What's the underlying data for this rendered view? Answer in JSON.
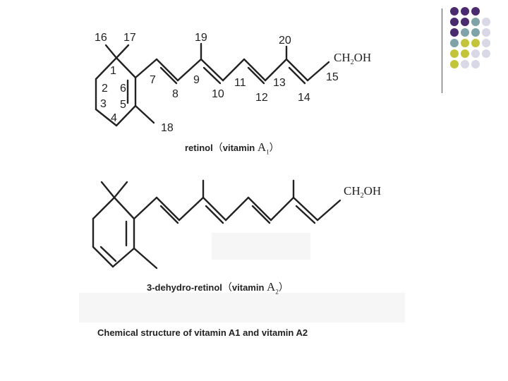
{
  "diagram_top": {
    "atom_numbers": [
      "16",
      "17",
      "1",
      "2",
      "3",
      "4",
      "5",
      "6",
      "7",
      "8",
      "19",
      "9",
      "10",
      "11",
      "12",
      "20",
      "13",
      "14",
      "15",
      "18"
    ],
    "end_group": "CH",
    "end_group_sub": "2",
    "end_group_tail": "OH",
    "caption_name": "retinol",
    "caption_vitamin": "vitamin",
    "caption_letter": "A",
    "caption_sub": "1",
    "paren_open": "（",
    "paren_close": "）"
  },
  "diagram_bottom": {
    "end_group": "CH",
    "end_group_sub": "2",
    "end_group_tail": "OH",
    "caption_name": "3-dehydro-retinol",
    "caption_vitamin": "vitamin",
    "caption_letter": "A",
    "caption_sub": "2",
    "paren_open": "（",
    "paren_close": "）"
  },
  "footer_caption": "Chemical structure of vitamin A1 and vitamin A2",
  "decoration": {
    "colors": [
      "#4a2c6e",
      "#7fa3a6",
      "#c3c43a",
      "#d8d8e6"
    ]
  }
}
